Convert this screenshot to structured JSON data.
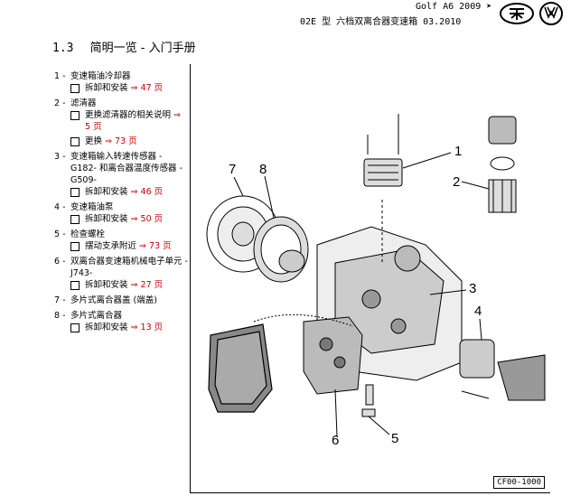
{
  "header": {
    "line1": "Golf A6 2009 ➤",
    "line2": "02E 型  六档双离合器变速箱  03.2010"
  },
  "section": {
    "number": "1.3",
    "title": "简明一览 - 入门手册"
  },
  "items": [
    {
      "num": "1 -",
      "title": "变速箱油冷却器",
      "subs": [
        {
          "text": "拆卸和安装",
          "ref": "⇒ 47 页"
        }
      ]
    },
    {
      "num": "2 -",
      "title": "滤清器",
      "subs": [
        {
          "text": "更换滤清器的相关说明",
          "ref": "⇒ 5 页"
        },
        {
          "text": "更换",
          "ref": "⇒ 73 页"
        }
      ]
    },
    {
      "num": "3 -",
      "title": "变速箱输入转速传感器 -G182- 和离合器温度传感器 -G509-",
      "subs": [
        {
          "text": "拆卸和安装",
          "ref": "⇒ 46 页"
        }
      ]
    },
    {
      "num": "4 -",
      "title": "变速箱油泵",
      "subs": [
        {
          "text": "拆卸和安装",
          "ref": "⇒ 50 页"
        }
      ]
    },
    {
      "num": "5 -",
      "title": "检查螺栓",
      "subs": [
        {
          "text": "摆动支承附近",
          "ref": "⇒ 73 页"
        }
      ]
    },
    {
      "num": "6 -",
      "title": "双离合器变速箱机械电子单元 -J743-",
      "subs": [
        {
          "text": "拆卸和安装",
          "ref": "⇒ 27 页"
        }
      ]
    },
    {
      "num": "7 -",
      "title": "多片式离合器盖 (端盖)",
      "subs": []
    },
    {
      "num": "8 -",
      "title": "多片式离合器",
      "subs": [
        {
          "text": "拆卸和安装",
          "ref": "⇒ 13 页"
        }
      ]
    }
  ],
  "figure": {
    "code": "CF00-1000",
    "callouts": [
      "1",
      "2",
      "3",
      "4",
      "5",
      "6",
      "7",
      "8"
    ]
  }
}
